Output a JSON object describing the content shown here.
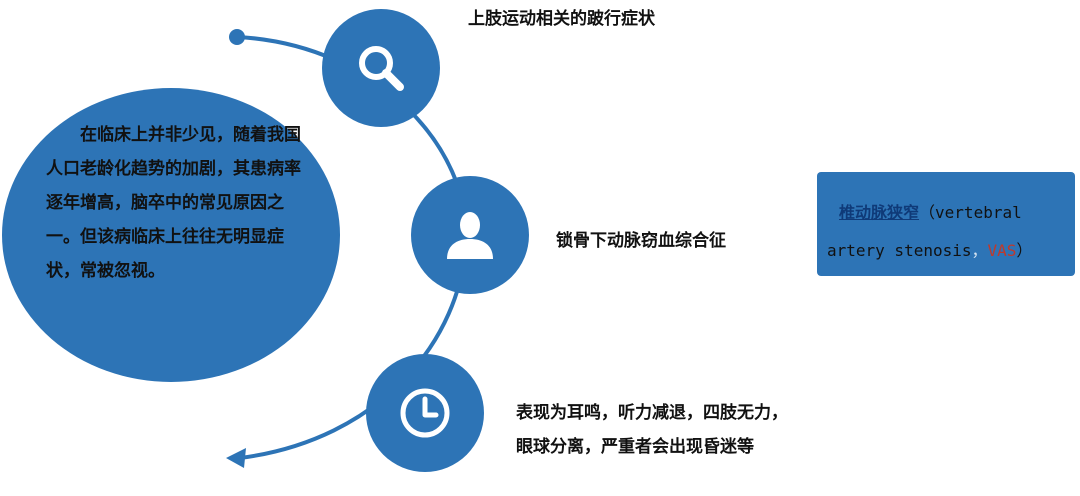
{
  "main_text": "在临床上并非少见，随着我国人口老龄化趋势的加剧，其患病率逐年增高，脑卒中的常见原因之一。但该病临床上往往无明显症状，常被忽视。",
  "nodes": [
    {
      "icon": "search-icon",
      "label": "上肢运动相关的跛行症状"
    },
    {
      "icon": "person-icon",
      "label": "锁骨下动脉窃血综合征"
    },
    {
      "icon": "clock-icon",
      "label": "表现为耳鸣，听力减退，四肢无力，眼球分离，严重者会出现昏迷等"
    }
  ],
  "card": {
    "name": "椎动脉狭窄",
    "paren_open": "（",
    "english": "vertebral artery stenosis",
    "separator": "，",
    "abbr": "VAS",
    "paren_close": "）"
  },
  "colors": {
    "primary": "#2d74b6",
    "arc": "#2d74b6",
    "abbr": "#c0392b"
  }
}
